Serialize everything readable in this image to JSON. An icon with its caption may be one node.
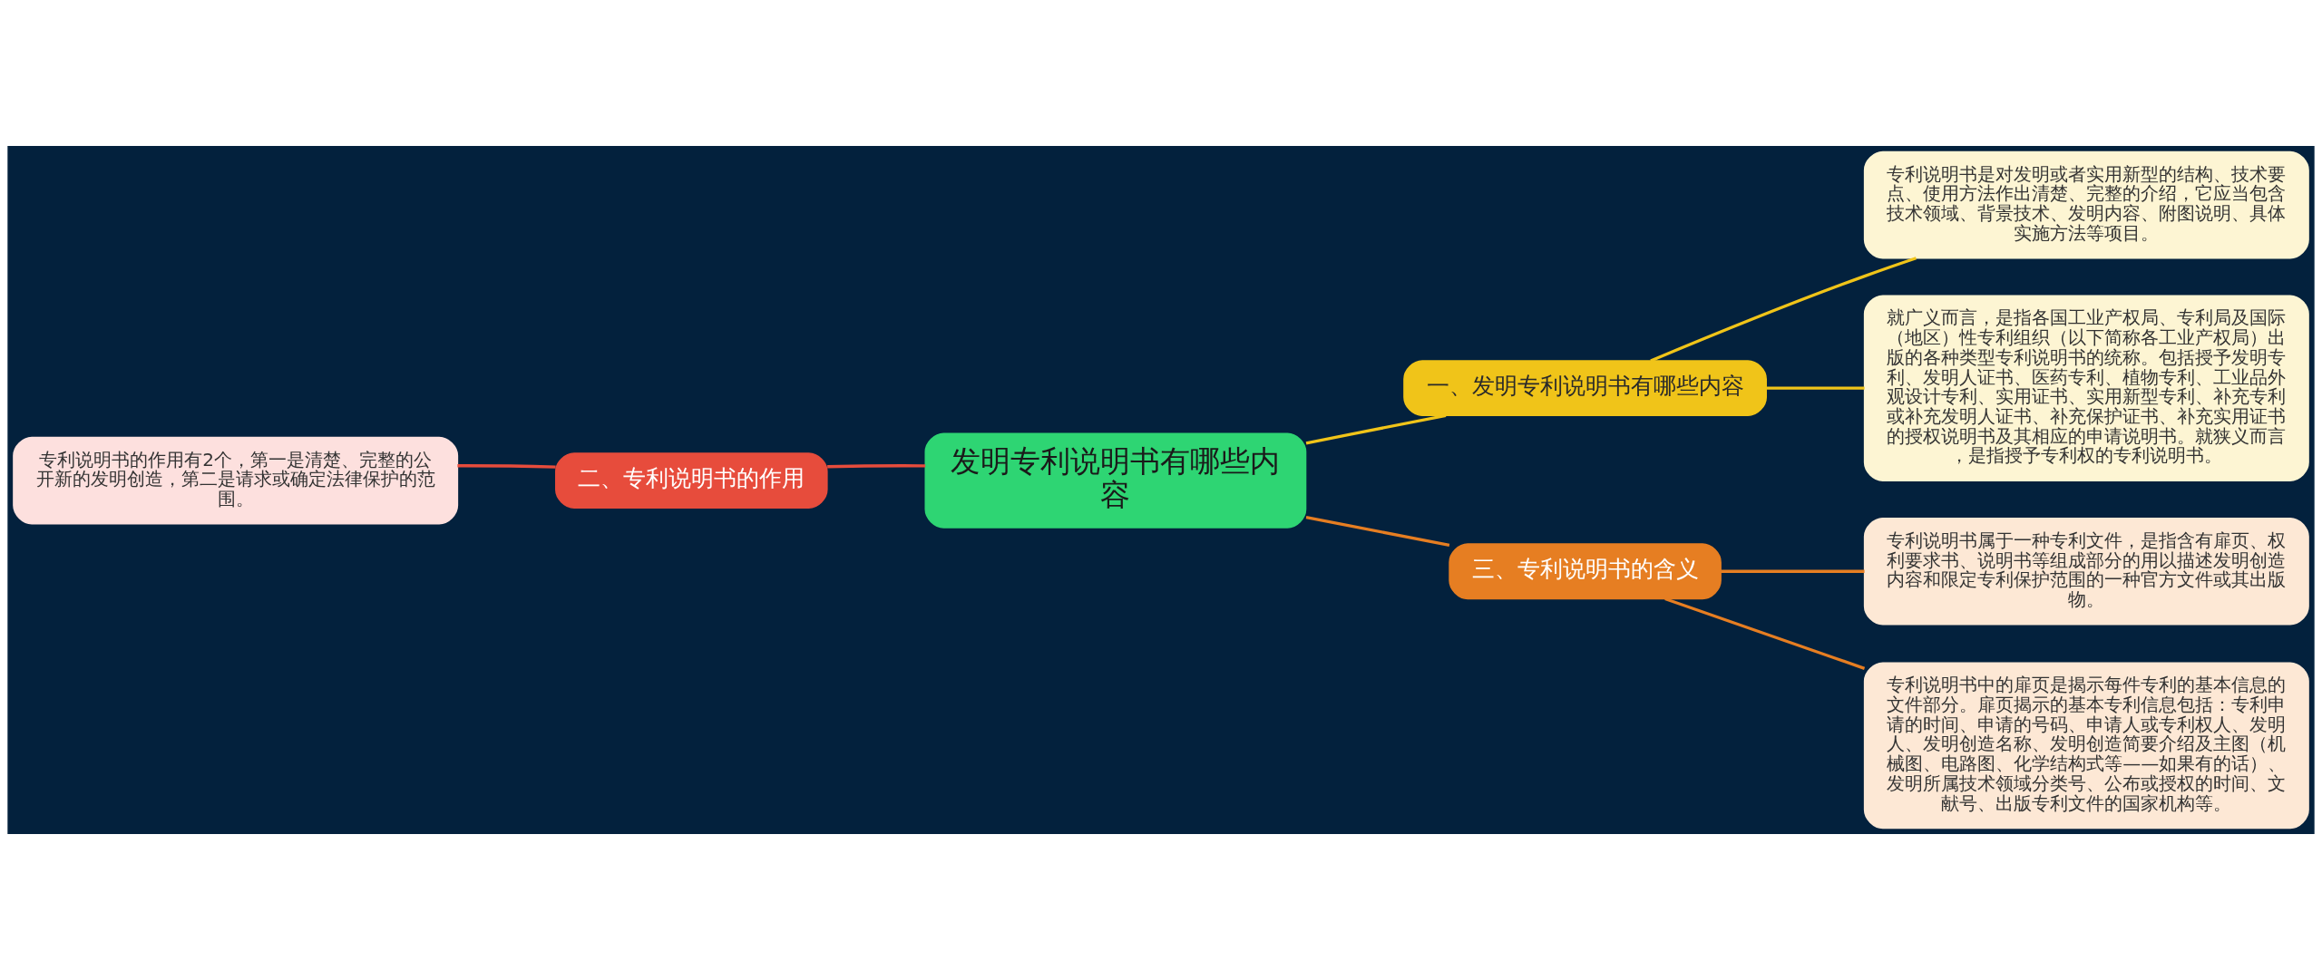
{
  "diagram": {
    "nodes": [
      {
        "text": [
          "发明专利说明书有哪些内容"
        ]
      },
      {
        "text": [
          "一、发明专利说明书有哪些内容"
        ]
      },
      {
        "text": [
          "专利说明书是对发明或者实用新型的结构、技术要点、使用方法作出清楚、完整的介绍，它应当包含技术领域、背景技术、发明内容、附图说明、具体实施方法等项目。"
        ]
      },
      {
        "text": [
          "就广义而言，是指各国工业产权局、专利局及国际（地区）性专利组织（以下简称各工业产权局）出版的各种类型专利说明书的统称。包括授予发明专利、发明人证书、医药专利、植物专利、工业品外观设计专利、实用证书、实用新型专利、补充专利或补充发明人证书、补充保护证书、补充实用证书的授权说明书及其相应的申请说明书。就狭义而言，是指授予专利权的专利说明书。"
        ]
      },
      {
        "text": [
          "二、专利说明书的作用"
        ]
      },
      {
        "text": [
          "专利说明书的作用有2个，第一是清楚、完整的公开新的发明创造，第二是请求或确定法律保护的范围。"
        ]
      },
      {
        "text": [
          "三、专利说明书的含义"
        ]
      },
      {
        "text": [
          "专利说明书属于一种专利文件，是指含有扉页、权利要求书、说明书等组成部分的用以描述发明创造内容和限定专利保护范围的一种官方文件或其出版物。"
        ]
      },
      {
        "text": [
          "专利说明书中的扉页是揭示每件专利的基本信息的文件部分。扉页揭示的基本专利信息包括：专利申请的时间、申请的号码、申请人或专利权人、发明人、发明创造名称、发明创造简要介绍及主图（机械图、电路图、化学结构式等——如果有的话）、发明所属技术领域分类号、公布或授权的时间、文献号、出版专利文件的国家机构等。"
        ]
      }
    ],
    "edges": [
      {
        "from": 0,
        "to": 1,
        "arrow": "none",
        "color": "#f0c419"
      },
      {
        "from": 1,
        "to": 2,
        "arrow": "none",
        "color": "#f0c419"
      },
      {
        "from": 1,
        "to": 3,
        "arrow": "none",
        "color": "#f0c419"
      },
      {
        "from": 0,
        "to": 4,
        "arrow": "none",
        "color": "#e74c3c"
      },
      {
        "from": 4,
        "to": 5,
        "arrow": "none",
        "color": "#e74c3c"
      },
      {
        "from": 0,
        "to": 6,
        "arrow": "none",
        "color": "#e67e22"
      },
      {
        "from": 6,
        "to": 7,
        "arrow": "none",
        "color": "#e67e22"
      },
      {
        "from": 6,
        "to": 8,
        "arrow": "none",
        "color": "#e67e22"
      }
    ]
  }
}
